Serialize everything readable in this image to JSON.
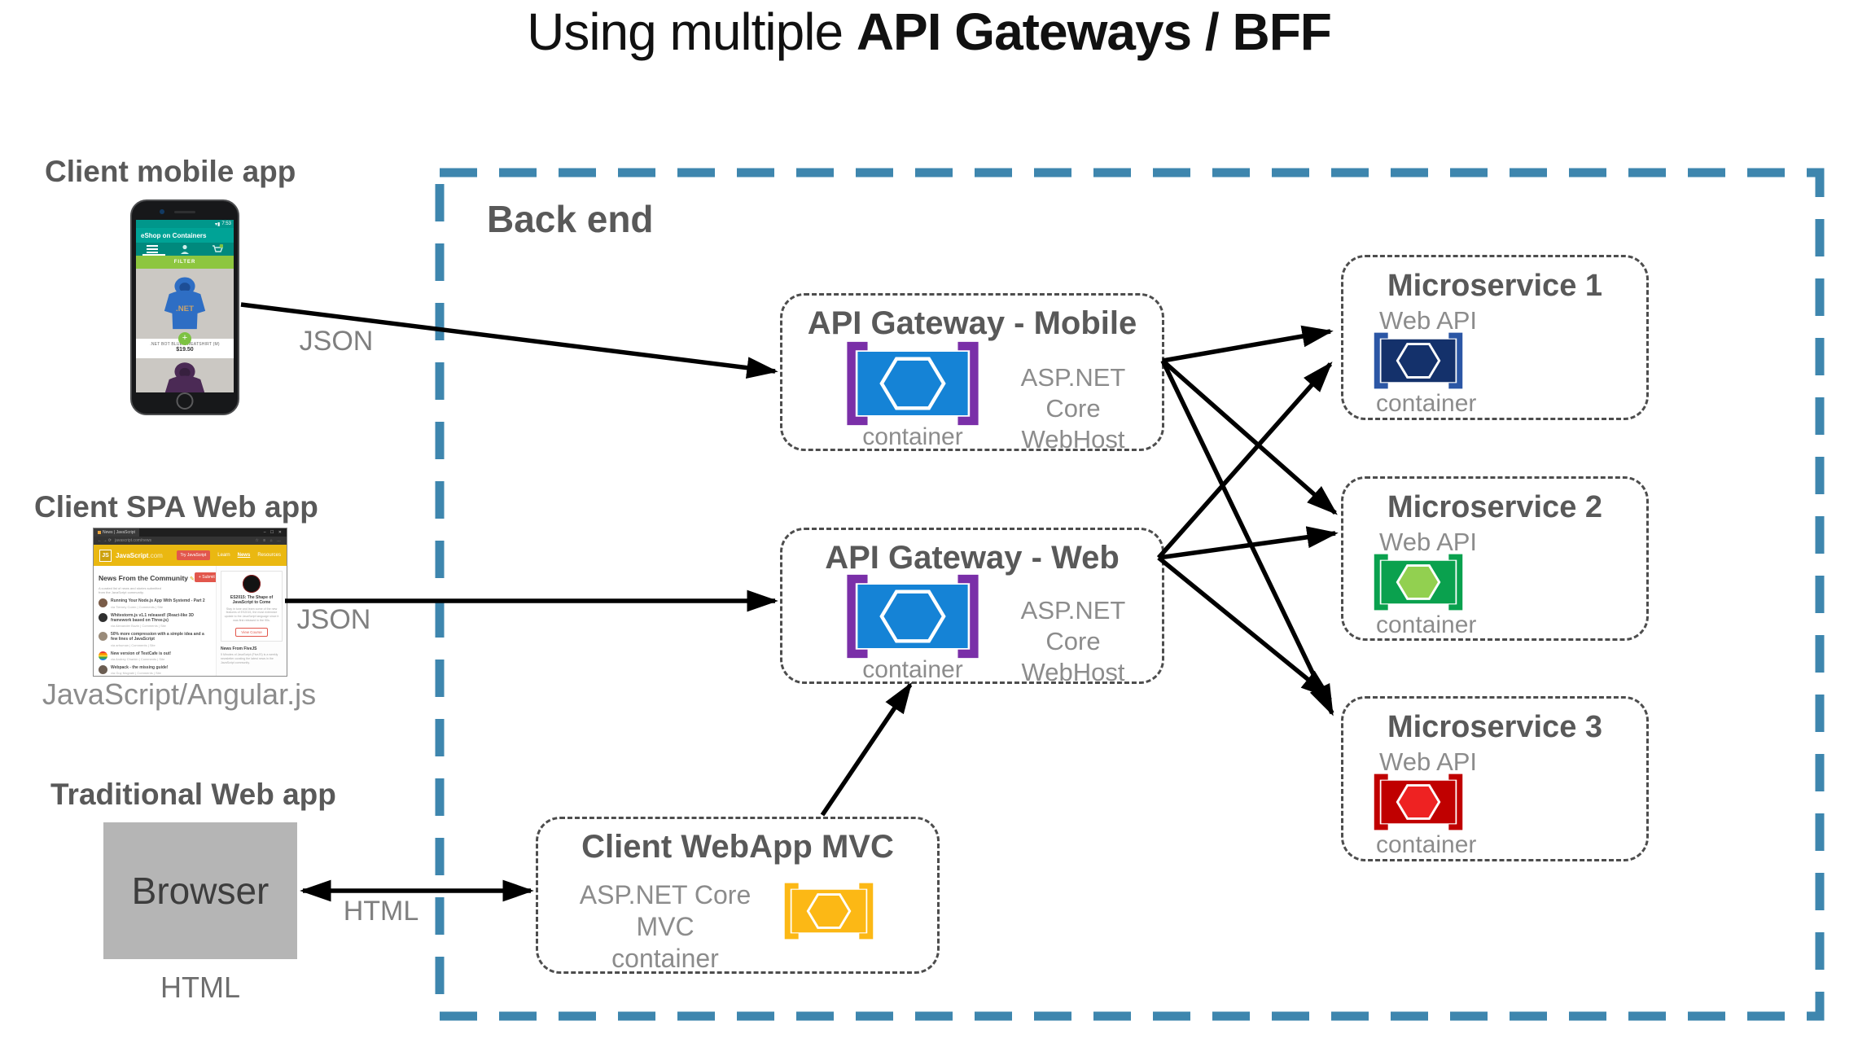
{
  "title": {
    "prefix": "Using multiple ",
    "bold": "API Gateways / BFF"
  },
  "backend": {
    "label": "Back end",
    "gateways": [
      {
        "title": "API Gateway - Mobile",
        "tech": [
          "ASP.NET Core",
          "WebHost"
        ],
        "icon_label": "container"
      },
      {
        "title": "API Gateway - Web",
        "tech": [
          "ASP.NET Core",
          "WebHost"
        ],
        "icon_label": "container"
      }
    ],
    "webapp_mvc": {
      "title": "Client WebApp MVC",
      "tech": [
        "ASP.NET Core MVC",
        "container"
      ]
    },
    "microservices": [
      {
        "title": "Microservice 1",
        "subtitle": "Web API",
        "icon_label": "container"
      },
      {
        "title": "Microservice 2",
        "subtitle": "Web API",
        "icon_label": "container"
      },
      {
        "title": "Microservice 3",
        "subtitle": "Web API",
        "icon_label": "container"
      }
    ]
  },
  "connections": {
    "mobile_to_gateway": "JSON",
    "spa_to_gateway": "JSON",
    "browser_to_mvc": "HTML"
  },
  "clients": {
    "mobile": {
      "label": "Client mobile app",
      "phone": {
        "time": "7:53",
        "signal_icons": "▾▮",
        "app_title": "eShop on Containers",
        "filter": "FILTER",
        "product_logo": ".NET",
        "product_name": ".NET BOT BLUE SWEATSHIRT (M)",
        "price": "$19.50",
        "plus": "+"
      }
    },
    "spa": {
      "label": "Client SPA Web app",
      "tech_label": "JavaScript/Angular.js",
      "browser": {
        "tab_title": "News | JavaScript",
        "window_controls": "– ☐ ✕",
        "back_forward": "←  →  ⟳",
        "url": "javascript.com/news",
        "tool_icons": "☆ ≡ ⌂ …",
        "logo": "JS",
        "brand": "JavaScript",
        "brand_suffix": ".com",
        "cta": "Try JavaScript",
        "nav": [
          "Learn",
          "News",
          "Resources"
        ],
        "heading": "News From the Community",
        "heading_icon": "✎",
        "subheading": "A curated list of news and stories submitted from the JavaScript community.",
        "submit": "+ Submit Story",
        "stories": [
          {
            "title": "Running Your Node.js App With Systemd - Part 2",
            "meta": "via Tierney Coren  |  Comments  |  Site"
          },
          {
            "title": "Whitestorm.js v1.1 released! (React-like 3D framework based on Three.js)",
            "meta": "via Alexander Buzin  |  Comments  |  Site"
          },
          {
            "title": "50% more compression with a simple idea and a few lines of JavaScript",
            "meta": "via arhuman  |  Comments  |  Site"
          },
          {
            "title": "New version of TestCafe is out!",
            "meta": "via Andrey Charkin  |  Comments  |  Site"
          },
          {
            "title": "Webpack - the missing guide!",
            "meta": "via Guy Mograbi  |  Comments  |  Site"
          }
        ],
        "sidebar": {
          "card_title": "ES2015: The Shape of JavaScript to Come",
          "card_body": "Stay in tune and learn some of the new features of ES2015, the most extensive update to the JavaScript language since it was first released in the 90s.",
          "card_button": "View Course",
          "section_title": "News From FiveJS",
          "section_body": "5 Minutes of JavaScript (FiveJS) is a weekly newsletter curating the latest news in the JavaScript community."
        }
      }
    },
    "traditional": {
      "label": "Traditional Web app",
      "box_label": "Browser",
      "tech_label": "HTML"
    }
  },
  "colors": {
    "backend_border": "#3e86ae",
    "box_dash": "#4d4d4d",
    "gateway_container": "#1583d6",
    "gateway_bracket": "#7a2fa8",
    "mvc_container": "#fcb815",
    "microservice1_container": "#14316b",
    "microservice1_bracket": "#2b56a5",
    "microservice2_container": "#0aa14e",
    "microservice2_hex": "#92d050",
    "microservice3_container": "#c00000",
    "microservice3_hex": "#ee2222",
    "eshop_teal": "#00a396",
    "eshop_green": "#8dc63f",
    "js_yellow": "#eab811",
    "js_red": "#e2574c"
  }
}
